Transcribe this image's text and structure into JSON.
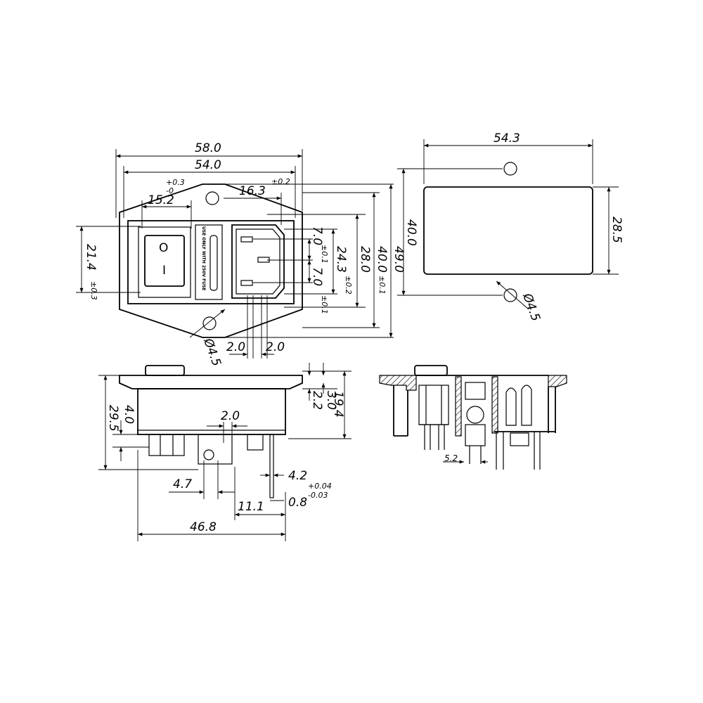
{
  "front_view": {
    "overall_width": "58.0",
    "inner_width": "54.0",
    "tol_pos": "+0.3",
    "tol_neg": "-0",
    "tol_02_top": "±0.2",
    "switch_width": "15.2",
    "socket_offset": "16.3",
    "switch_pos_height": "21.4",
    "switch_pos_tol": "±0.3",
    "pin_pitch_a": "7.0",
    "pin_pitch_a_tol": "±0.1",
    "pin_pitch_b": "7.0",
    "pin_pitch_b_tol": "±0.1",
    "socket_height": "24.3",
    "socket_height_tol": "±0.2",
    "panel_height": "28.0",
    "body_height": "40.0",
    "body_height_tol": "±0.1",
    "flange_height": "49.0",
    "hole_diameter": "Ø4.5",
    "pin_width_a": "2.0",
    "pin_width_b": "2.0",
    "switch_on": "I",
    "switch_off": "O",
    "fuse_label": "USE ONLY WITH 250V FUSE"
  },
  "cutout_view": {
    "width": "54.3",
    "height": "28.5",
    "hole_span": "40.0",
    "hole_diameter": "Ø4.5"
  },
  "side_view": {
    "depth": "19.4",
    "flange_step_a": "3.0",
    "flange_step_b": "2.2",
    "lip_height": "4.0",
    "total_height": "29.5",
    "terminal_width": "2.0",
    "terminal_spacing": "4.7",
    "tab_width": "4.2",
    "tab_thickness": "0.8",
    "tab_tol_pos": "+0.04",
    "tab_tol_neg": "-0.03",
    "tab_offset": "11.1",
    "body_length": "46.8"
  },
  "section_view": {
    "terminal_pitch": "5.2"
  }
}
